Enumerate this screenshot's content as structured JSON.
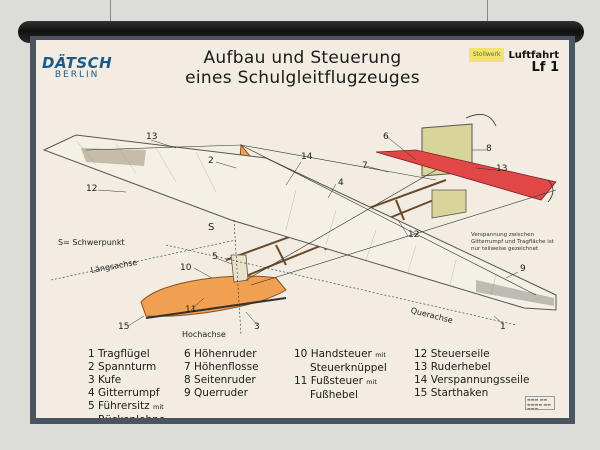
{
  "publisher": {
    "brand": "DÄTSCH",
    "city": "BERLIN"
  },
  "title": {
    "line1": "Aufbau und Steuerung",
    "line2": "eines Schulgleitflugzeuges"
  },
  "series": {
    "name": "Luftfahrt",
    "code": "Lf 1",
    "tag": "Stollwerk"
  },
  "annotations": {
    "schwerpunkt": "S= Schwerpunkt",
    "laengsachse": "Längsachse",
    "hochachse": "Hochachse",
    "querachse": "Querachse",
    "s_mark": "S",
    "verspannung_note": "Verspannung zwischen Gitterrumpf und Tragfläche ist nur teilweise gezeichnet"
  },
  "callouts": [
    {
      "id": "13a",
      "text": "13"
    },
    {
      "id": "2",
      "text": "2"
    },
    {
      "id": "14",
      "text": "14"
    },
    {
      "id": "6",
      "text": "6"
    },
    {
      "id": "8",
      "text": "8"
    },
    {
      "id": "13b",
      "text": "13"
    },
    {
      "id": "7",
      "text": "7"
    },
    {
      "id": "4",
      "text": "4"
    },
    {
      "id": "12a",
      "text": "12"
    },
    {
      "id": "12b",
      "text": "12"
    },
    {
      "id": "5",
      "text": "5"
    },
    {
      "id": "10",
      "text": "10"
    },
    {
      "id": "9",
      "text": "9"
    },
    {
      "id": "11",
      "text": "11"
    },
    {
      "id": "15",
      "text": "15"
    },
    {
      "id": "3",
      "text": "3"
    },
    {
      "id": "1",
      "text": "1"
    }
  ],
  "legend": {
    "col1": [
      {
        "num": "1",
        "label": "Tragflügel",
        "suffix": ""
      },
      {
        "num": "2",
        "label": "Spannturm",
        "suffix": ""
      },
      {
        "num": "3",
        "label": "Kufe",
        "suffix": ""
      },
      {
        "num": "4",
        "label": "Gitterrumpf",
        "suffix": ""
      },
      {
        "num": "5",
        "label": "Führersitz",
        "suffix": "mit"
      },
      {
        "num": "",
        "label": "Rückenlehne",
        "suffix": ""
      }
    ],
    "col2": [
      {
        "num": "6",
        "label": "Höhenruder",
        "suffix": ""
      },
      {
        "num": "7",
        "label": "Höhenflosse",
        "suffix": ""
      },
      {
        "num": "8",
        "label": "Seitenruder",
        "suffix": ""
      },
      {
        "num": "9",
        "label": "Querruder",
        "suffix": ""
      }
    ],
    "col3": [
      {
        "num": "10",
        "label": "Handsteuer",
        "suffix": "mit"
      },
      {
        "num": "",
        "label": "Steuerknüppel",
        "suffix": ""
      },
      {
        "num": "11",
        "label": "Fußsteuer",
        "suffix": "mit"
      },
      {
        "num": "",
        "label": "Fußhebel",
        "suffix": ""
      }
    ],
    "col4": [
      {
        "num": "12",
        "label": "Steuerseile",
        "suffix": ""
      },
      {
        "num": "13",
        "label": "Ruderhebel",
        "suffix": ""
      },
      {
        "num": "14",
        "label": "Verspannungsseile",
        "suffix": ""
      },
      {
        "num": "15",
        "label": "Starthaken",
        "suffix": ""
      }
    ]
  },
  "colors": {
    "frame": "#4a5560",
    "paper": "#f2ece2",
    "brand": "#1d5a88",
    "orange": "#f0a050",
    "red": "#e04848",
    "khaki": "#d8d49a"
  }
}
